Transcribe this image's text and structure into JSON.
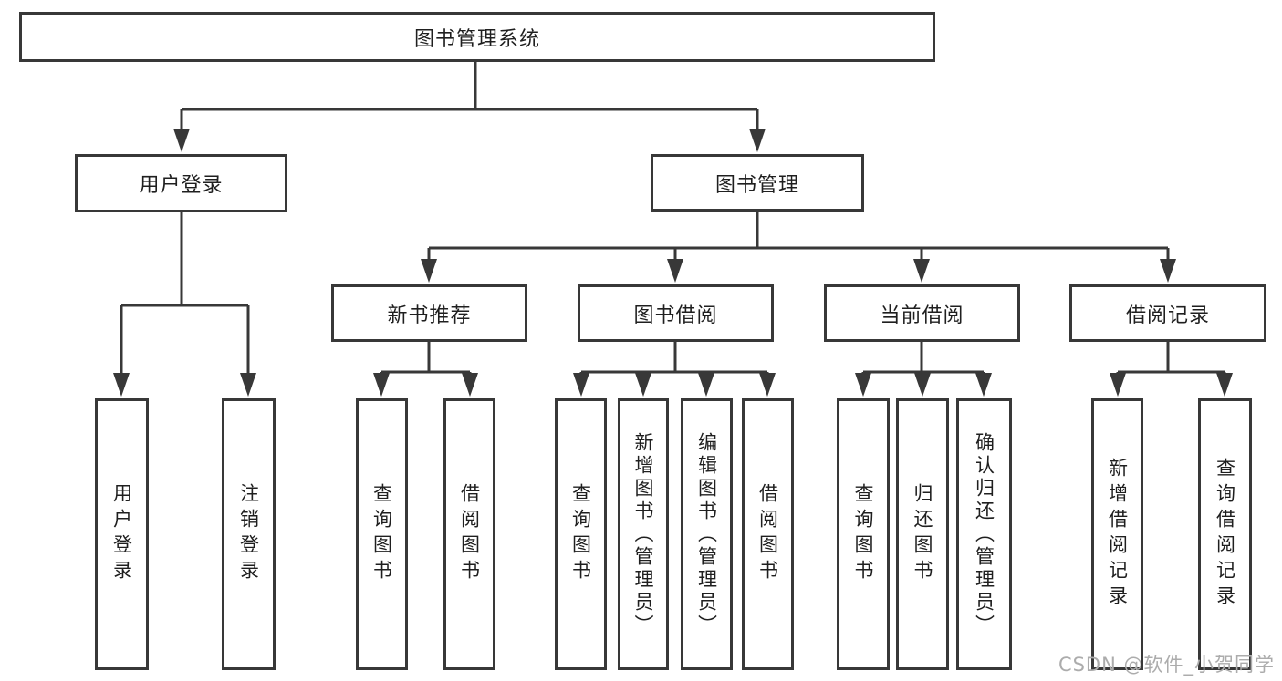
{
  "diagram_type": "hierarchy-tree",
  "colors": {
    "background": "#ffffff",
    "line": "#383838",
    "node_border": "#383838",
    "node_fill": "#ffffff",
    "text": "#1f1f1f",
    "watermark": "#acacac"
  },
  "nodes": {
    "root": "图书管理系统",
    "user_login": "用户登录",
    "book_management": "图书管理",
    "new_book_recommend": "新书推荐",
    "book_borrow": "图书借阅",
    "current_borrow": "当前借阅",
    "borrow_record": "借阅记录",
    "leaf_user_login": "用户登录",
    "leaf_logout": "注销登录",
    "leaf_query_book_a": "查询图书",
    "leaf_borrow_book_a": "借阅图书",
    "leaf_query_book_b": "查询图书",
    "leaf_add_book": "新增图书（管理员）",
    "leaf_edit_book": "编辑图书（管理员）",
    "leaf_borrow_book_b": "借阅图书",
    "leaf_query_book_c": "查询图书",
    "leaf_return_book": "归还图书",
    "leaf_confirm_return": "确认归还（管理员）",
    "leaf_add_borrow_record": "新增借阅记录",
    "leaf_query_borrow_record": "查询借阅记录"
  },
  "hierarchy": {
    "图书管理系统": {
      "用户登录": [
        "用户登录",
        "注销登录"
      ],
      "图书管理": {
        "新书推荐": [
          "查询图书",
          "借阅图书"
        ],
        "图书借阅": [
          "查询图书",
          "新增图书（管理员）",
          "编辑图书（管理员）",
          "借阅图书"
        ],
        "当前借阅": [
          "查询图书",
          "归还图书",
          "确认归还（管理员）"
        ],
        "借阅记录": [
          "新增借阅记录",
          "查询借阅记录"
        ]
      }
    }
  },
  "watermark": "CSDN @软件_小贺同学"
}
